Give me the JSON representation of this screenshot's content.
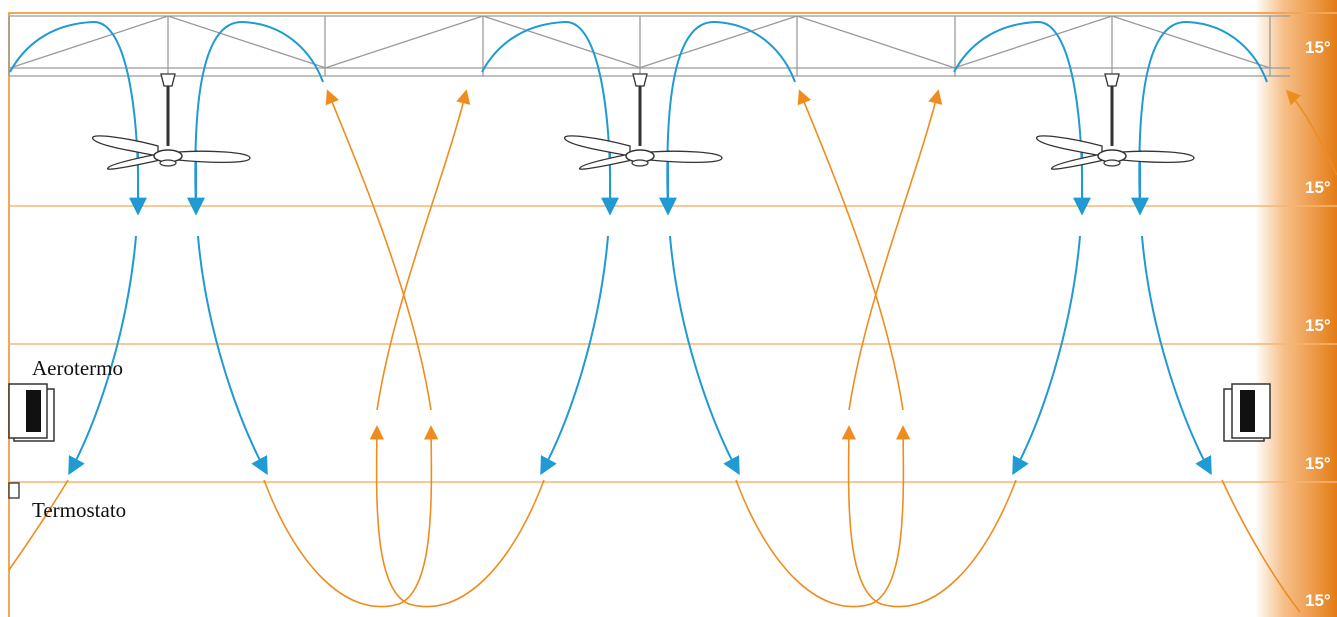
{
  "labels": {
    "heater": "Aerotermo",
    "thermostat": "Termostato"
  },
  "temperature_readings": [
    "15°",
    "15°",
    "15°",
    "15°",
    "15°"
  ],
  "colors": {
    "cold_flow": "#1f9ad3",
    "warm_flow": "#ef8c1e",
    "band_line": "#f5b574",
    "truss": "#9a9a9a",
    "wall_gradient": "#ee8a27",
    "frame": "#f0a75a"
  },
  "icons": {
    "fan": "ceiling-fan-icon",
    "heater": "unit-heater-icon",
    "thermostat": "thermostat-icon"
  }
}
